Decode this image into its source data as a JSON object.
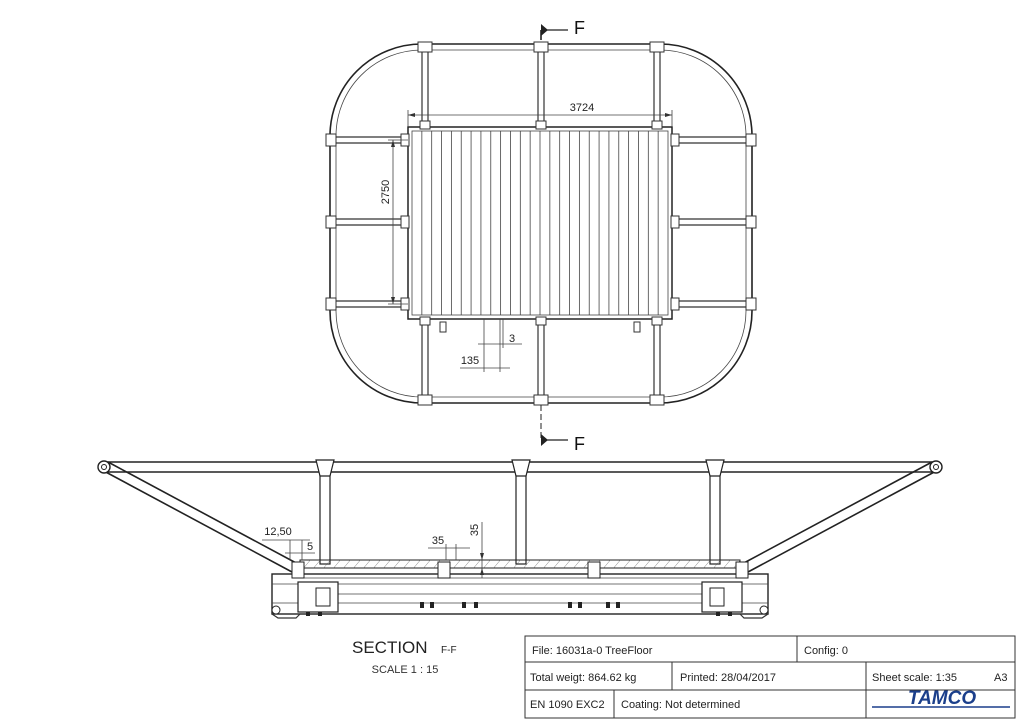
{
  "plan_view": {
    "dim_length": "3724",
    "dim_width": "2750",
    "dim_pitch": "135",
    "dim_gap": "3",
    "section_marker": "F"
  },
  "section_view": {
    "dim_1250": "12,50",
    "dim_5": "5",
    "dim_35_h": "35",
    "dim_35_v": "35",
    "title_main": "SECTION",
    "title_suffix": "F-F",
    "scale": "SCALE 1 : 15"
  },
  "title_block": {
    "file": "File: 16031a-0 TreeFloor",
    "config": "Config: 0",
    "total_weight": "Total weigt: 864.62 kg",
    "printed": "Printed: 28/04/2017",
    "sheet_scale": "Sheet scale: 1:35",
    "sheet_size": "A3",
    "standard": "EN 1090  EXC2",
    "coating": "Coating: Not determined",
    "logo": "TAMCO"
  }
}
